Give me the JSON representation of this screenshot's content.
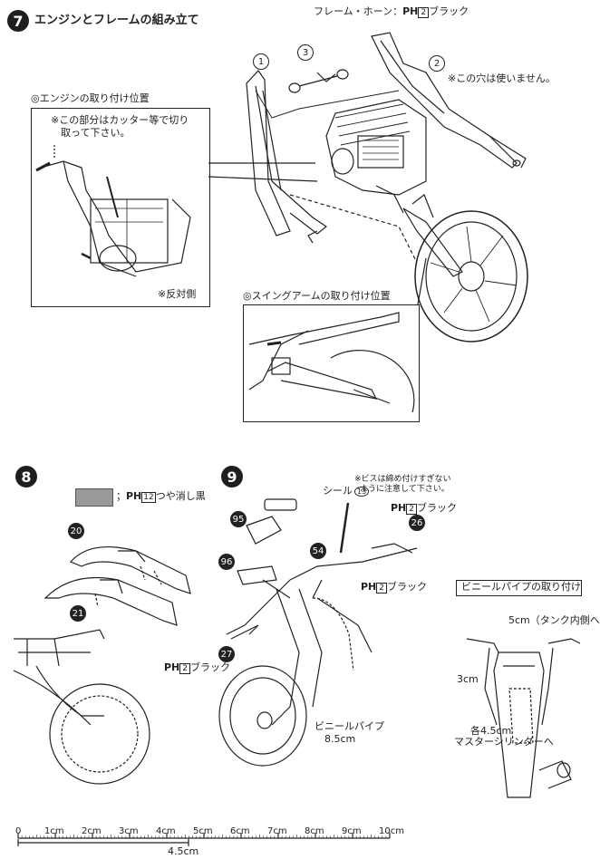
{
  "step7": {
    "number": "7",
    "title": "エンジンとフレームの組み立て",
    "header_note": "フレーム・ホーン：",
    "header_paint_prefix": "PH",
    "header_paint_num": "2",
    "header_paint_name": "ブラック",
    "part_1": "1",
    "part_2": "2",
    "part_3": "3",
    "hole_note": "※この穴は使いません。",
    "engine_mount_title": "◎エンジンの取り付け位置",
    "cut_note_1": "※この部分はカッター等で切り",
    "cut_note_2": "取って下さい。",
    "opposite_side": "※反対側",
    "swingarm_title": "◎スイングアームの取り付け位置"
  },
  "step8": {
    "number": "8",
    "swatch_label": "；",
    "paint_prefix": "PH",
    "paint_num": "12",
    "paint_name": "つや消し黒",
    "part_20": "20",
    "part_21": "21"
  },
  "step9": {
    "number": "9",
    "seal_label": "シール",
    "seal_num": "13",
    "screw_note_1": "※ビスは締め付けすぎない",
    "screw_note_2": "ように注意して下さい。",
    "part_26": "26",
    "part_26_paint_prefix": "PH",
    "part_26_paint_num": "2",
    "part_26_paint_name": "ブラック",
    "part_95": "95",
    "part_96": "96",
    "part_54": "54",
    "part_54_paint_prefix": "PH",
    "part_54_paint_num": "2",
    "part_54_paint_name": "ブラック",
    "part_27": "27",
    "part_27_paint_prefix": "PH",
    "part_27_paint_num": "2",
    "part_27_paint_name": "ブラック",
    "vinyl_pipe": "ビニールパイプ",
    "vinyl_length": "8.5cm"
  },
  "vinyl_install": {
    "title": "ビニールパイプの取り付け",
    "tank_inside": "5cm（タンク内側へ",
    "len_3cm": "3cm",
    "each_45": "各4.5cm",
    "master_cyl": "マスターシリンダーへ"
  },
  "ruler": {
    "labels": [
      "0",
      "1cm",
      "2cm",
      "3cm",
      "4cm",
      "5cm",
      "6cm",
      "7cm",
      "8cm",
      "9cm",
      "10cm"
    ],
    "sample_label": "4.5cm"
  }
}
